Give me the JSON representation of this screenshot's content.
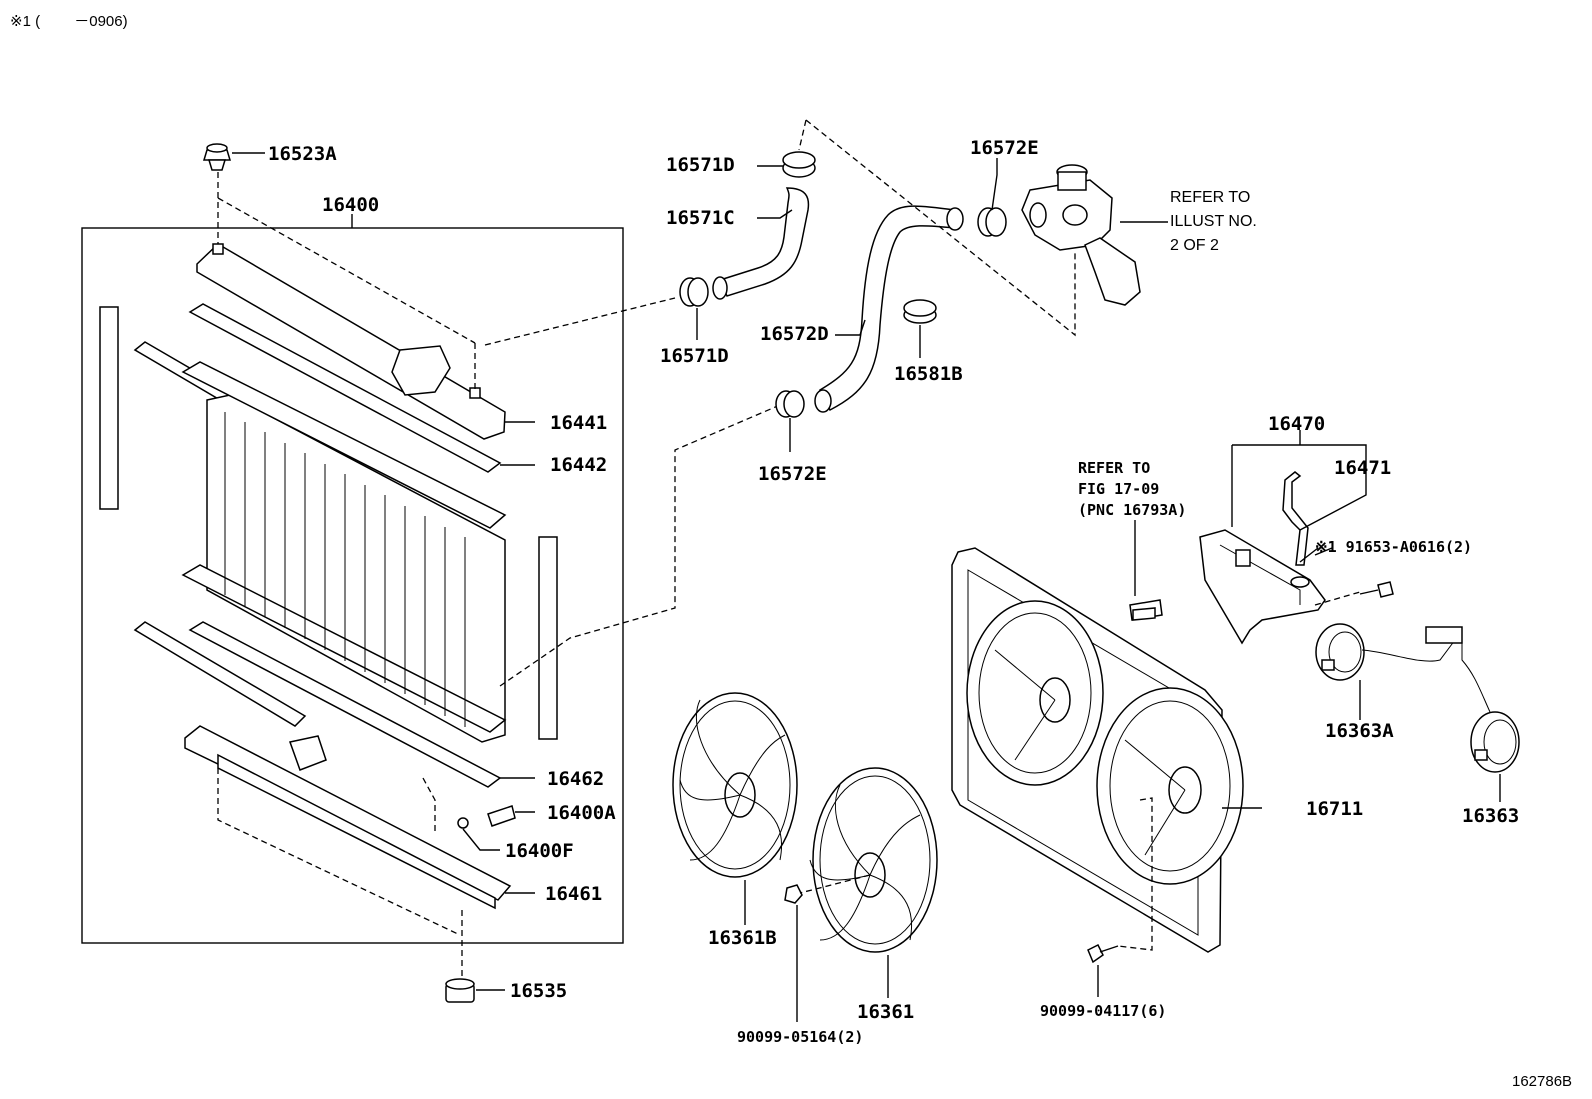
{
  "header": {
    "note": "※1 (　　 －0906)"
  },
  "footer": {
    "figure_id": "162786B"
  },
  "labels": {
    "p16523A": "16523A",
    "p16400": "16400",
    "p16441": "16441",
    "p16442": "16442",
    "p16462": "16462",
    "p16400A": "16400A",
    "p16400F": "16400F",
    "p16461": "16461",
    "p16535": "16535",
    "p16571D_top": "16571D",
    "p16571C": "16571C",
    "p16571D_bottom": "16571D",
    "p16572E_top": "16572E",
    "p16572D": "16572D",
    "p16581B": "16581B",
    "p16572E_bottom": "16572E",
    "p16470": "16470",
    "p16471": "16471",
    "p91653": "※1 91653-A0616(2)",
    "p16363A": "16363A",
    "p16363": "16363",
    "p16711": "16711",
    "p16361B": "16361B",
    "p16361": "16361",
    "p90099_05164": "90099-05164(2)",
    "p90099_04117": "90099-04117(6)"
  },
  "refer_illust": [
    "REFER TO",
    "ILLUST NO.",
    "2 OF 2"
  ],
  "refer_fig": [
    "REFER TO",
    "FIG 17-09",
    "(PNC 16793A)"
  ]
}
